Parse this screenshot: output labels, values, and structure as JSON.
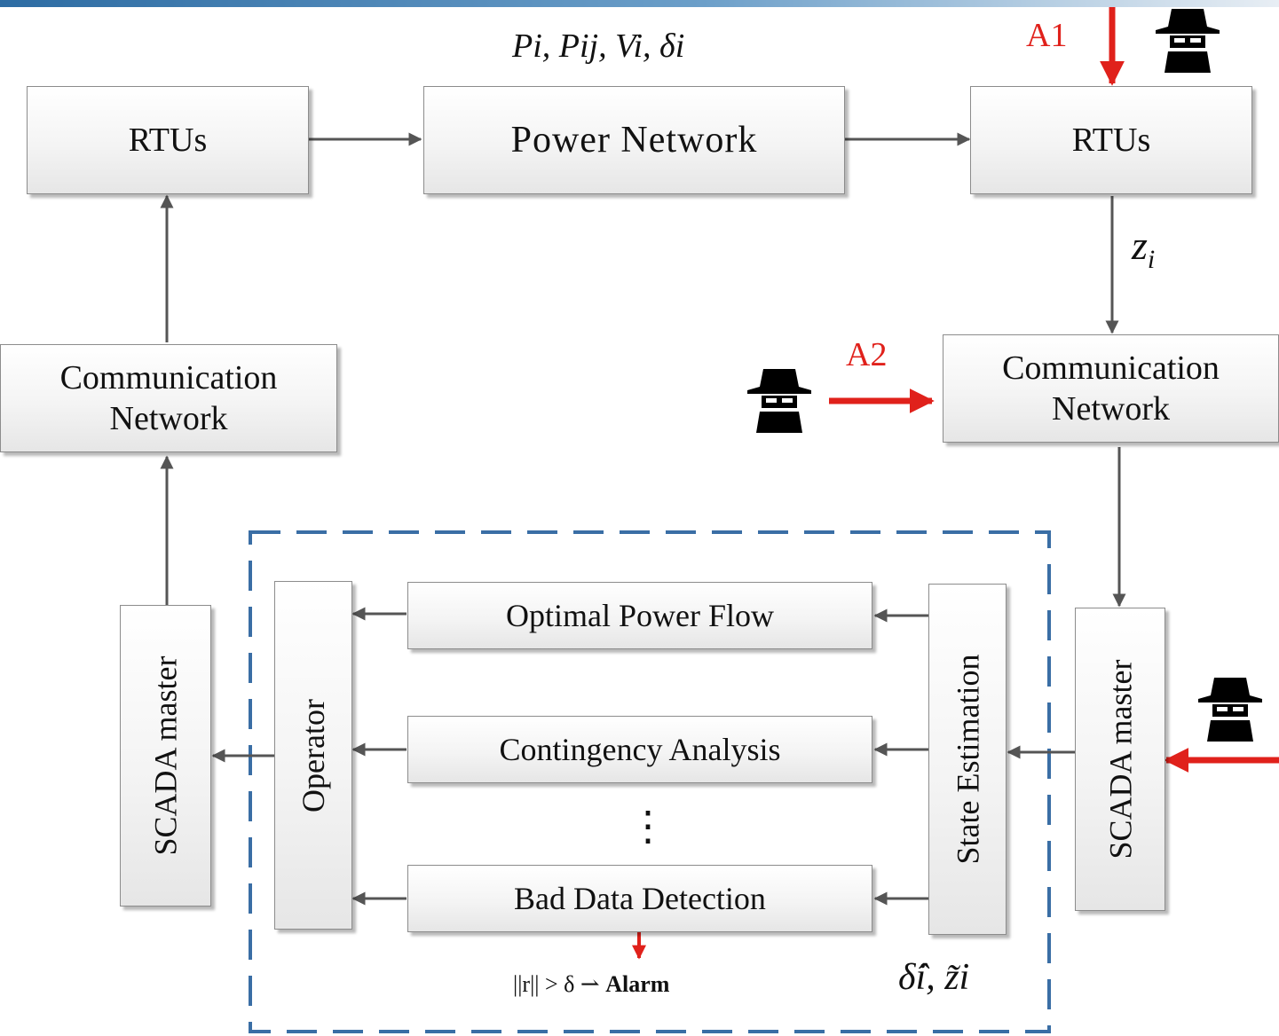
{
  "top_label": "Pi, Pij, Vi, δi",
  "attack_labels": {
    "a1": "A1",
    "a2": "A2"
  },
  "boxes": {
    "rtus_left": "RTUs",
    "power_network": "Power Network",
    "rtus_right": "RTUs",
    "comm_left": [
      "Communication",
      "Network"
    ],
    "comm_right": [
      "Communication",
      "Network"
    ],
    "scada_left": "SCADA master",
    "scada_right": "SCADA master",
    "operator": "Operator",
    "state_estimation": "State Estimation",
    "opf": "Optimal Power Flow",
    "contingency": "Contingency Analysis",
    "bad_data": "Bad Data Detection"
  },
  "ellipsis": "⋮",
  "zi_label": "z",
  "zi_sub": "i",
  "estimate_label": "δ̂i, z̃i",
  "alarm": {
    "condition": "||r|| > δ ⇀",
    "word": "Alarm"
  },
  "colors": {
    "attack": "#e0211b",
    "dashed_border": "#3a6ea5",
    "wire": "#555555"
  },
  "icons": [
    "hacker-icon",
    "hacker-icon",
    "hacker-icon"
  ]
}
